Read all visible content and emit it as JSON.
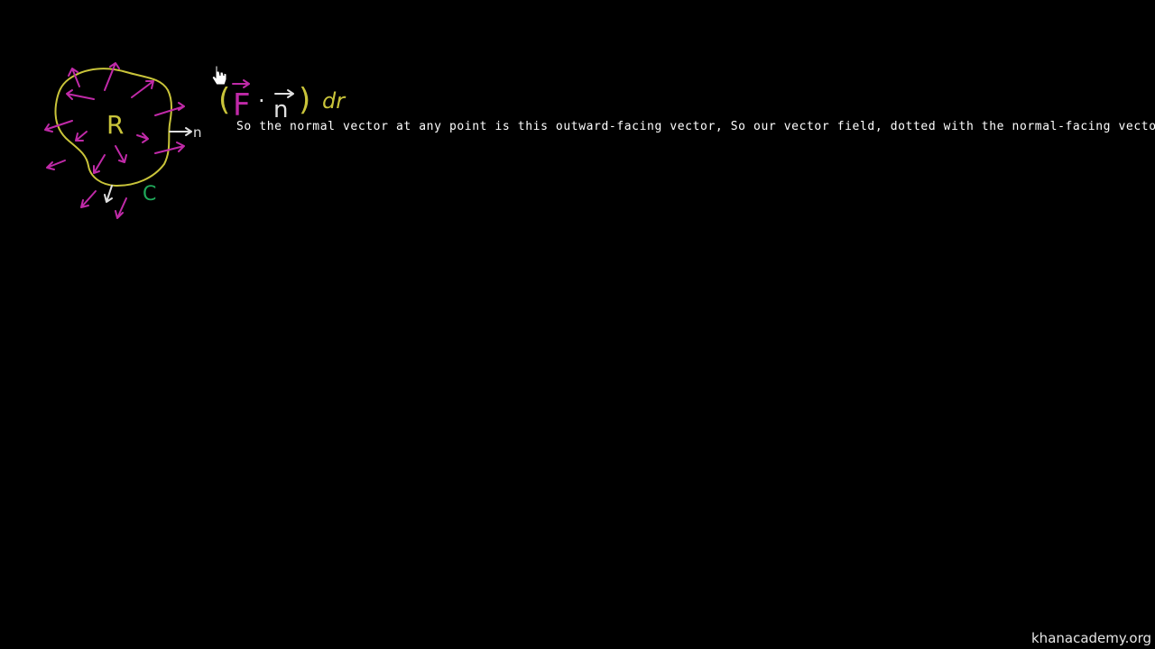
{
  "drawing": {
    "region_label": "R",
    "curve_label": "C",
    "normal_label": "n",
    "integrand": {
      "open_paren": "(",
      "field": "F",
      "dot": "·",
      "normal": "n",
      "close_paren": ")",
      "differential": "dr"
    }
  },
  "caption": {
    "text": "So the normal vector at any point is this outward-facing vector, So our vector field, dotted with the normal-facing vector"
  },
  "watermark": {
    "text": "khanacademy.org"
  },
  "colors": {
    "background": "#000000",
    "curve": "#c9c43a",
    "field_vectors": "#c02aa8",
    "curve_label": "#1fa85a",
    "normal": "#e0e0e0",
    "caption": "#ffffff"
  },
  "cursor": {
    "icon": "hand-pointer-icon"
  }
}
